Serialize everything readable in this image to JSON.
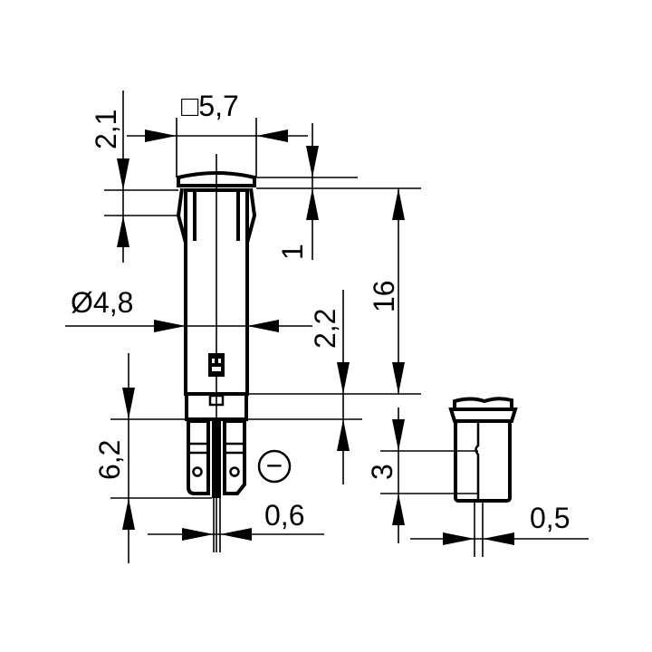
{
  "drawing": {
    "title": "Indicator lamp dimension drawing",
    "units": "mm",
    "line_color": "#000000",
    "background": "#ffffff"
  },
  "dimensions": {
    "square_width": "□5,7",
    "collar_height": "2,1",
    "bezel_thickness": "1",
    "body_diameter": "Ø4,8",
    "overall_length": "16",
    "terminal_offset": "2,2",
    "terminal_length": "6,2",
    "terminal_thickness": "0,6",
    "side_terminal_height": "3",
    "side_terminal_thickness": "0,5"
  },
  "symbols": {
    "polarity": "−"
  }
}
